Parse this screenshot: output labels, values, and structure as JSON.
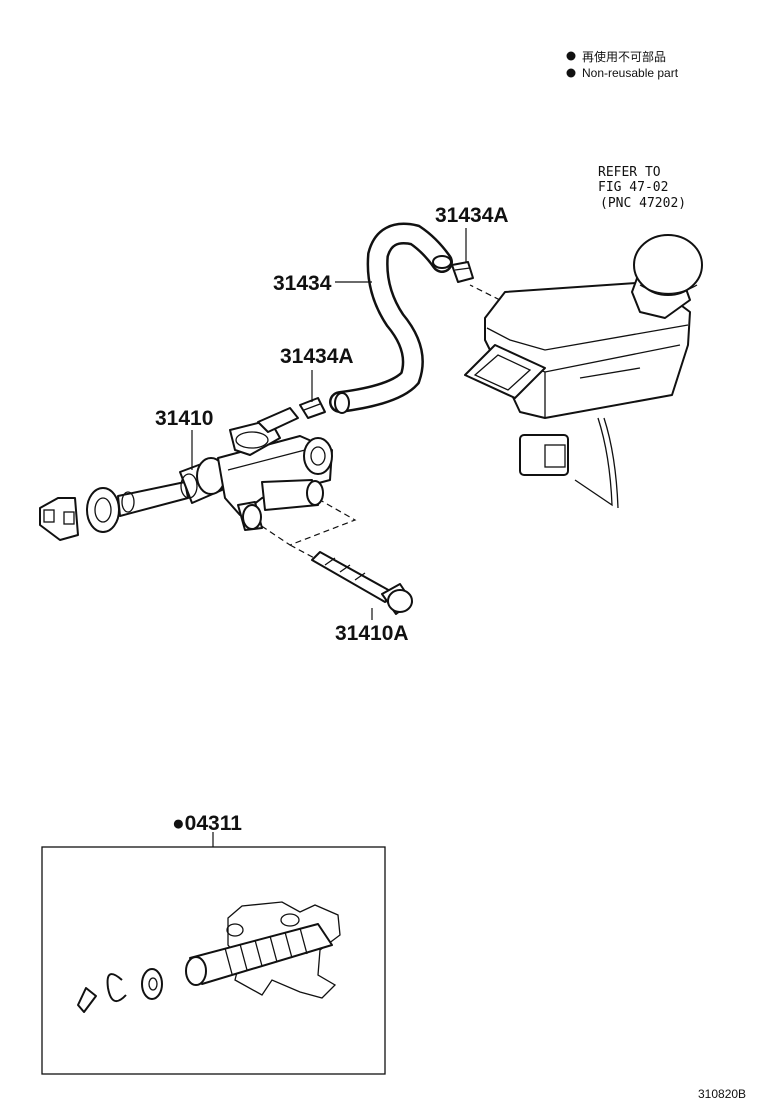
{
  "legend": {
    "jp": "再使用不可部品",
    "en": "Non-reusable part"
  },
  "refer": {
    "line1": "REFER TO",
    "line2": "FIG 47-02",
    "line3": "(PNC 47202)"
  },
  "parts": {
    "p31434A_top": "31434A",
    "p31434": "31434",
    "p31434A_mid": "31434A",
    "p31410": "31410",
    "p31410A": "31410A",
    "p04311": "●04311"
  },
  "figure_id": "310820B"
}
